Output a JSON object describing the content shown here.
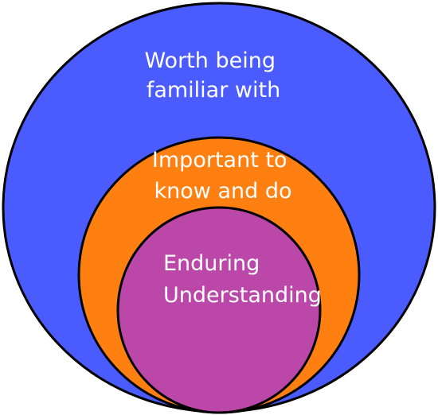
{
  "diagram": {
    "rings": [
      {
        "id": "outer",
        "lines": [
          "Worth being",
          "familiar with"
        ],
        "color": "#4a5cff"
      },
      {
        "id": "middle",
        "lines": [
          "Important to",
          "know and do"
        ],
        "color": "#ff7f11"
      },
      {
        "id": "inner",
        "lines": [
          "Enduring",
          "Understanding"
        ],
        "color": "#bb47a8"
      }
    ],
    "outline_color": "#000000"
  }
}
